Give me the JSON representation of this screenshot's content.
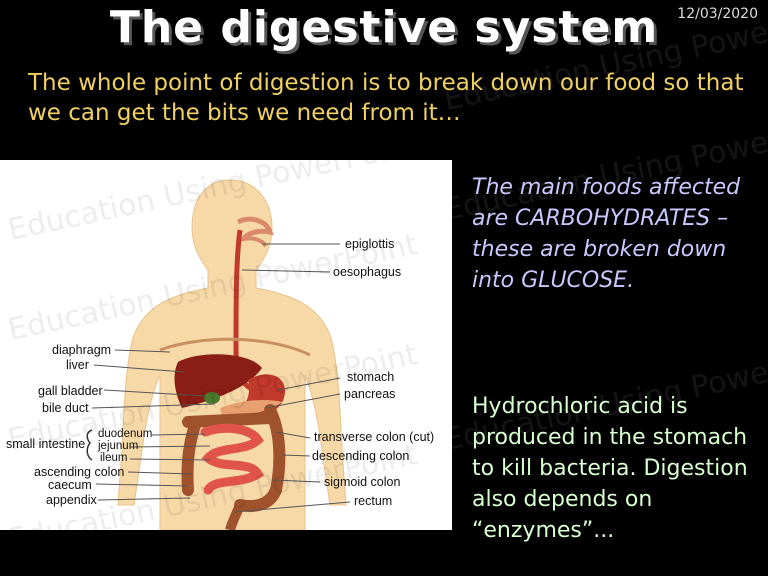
{
  "title": "The digestive system",
  "date": "12/03/2020",
  "intro": "The whole point of digestion is to break down our food so that we can get the bits we need from it…",
  "foods_text": "The main foods affected are CARBOHYDRATES – these are broken down into GLUCOSE.",
  "acid_text": "Hydrochloric acid is produced in the stomach to kill bacteria. Digestion also depends on “enzymes”...",
  "watermark": "Education Using PowerPoint",
  "diagram": {
    "right_labels": {
      "epiglottis": "epiglottis",
      "oesophagus": "oesophagus",
      "stomach": "stomach",
      "pancreas": "pancreas",
      "transverse_colon": "transverse colon (cut)",
      "descending_colon": "descending colon",
      "sigmoid_colon": "sigmoid colon",
      "rectum": "rectum"
    },
    "left_labels": {
      "diaphragm": "diaphragm",
      "liver": "liver",
      "gall_bladder": "gall bladder",
      "bile_duct": "bile duct",
      "small_intestine": "small intestine",
      "duodenum": "duodenum",
      "jejunum": "jejunum",
      "ileum": "ileum",
      "ascending_colon": "ascending colon",
      "caecum": "caecum",
      "appendix": "appendix"
    }
  },
  "colors": {
    "title": "#ffffff",
    "intro": "#f0d060",
    "foods": "#c8c8ff",
    "acid": "#d8ffd0",
    "body_skin": "#f7d9a8",
    "organs": "#c0392b"
  }
}
